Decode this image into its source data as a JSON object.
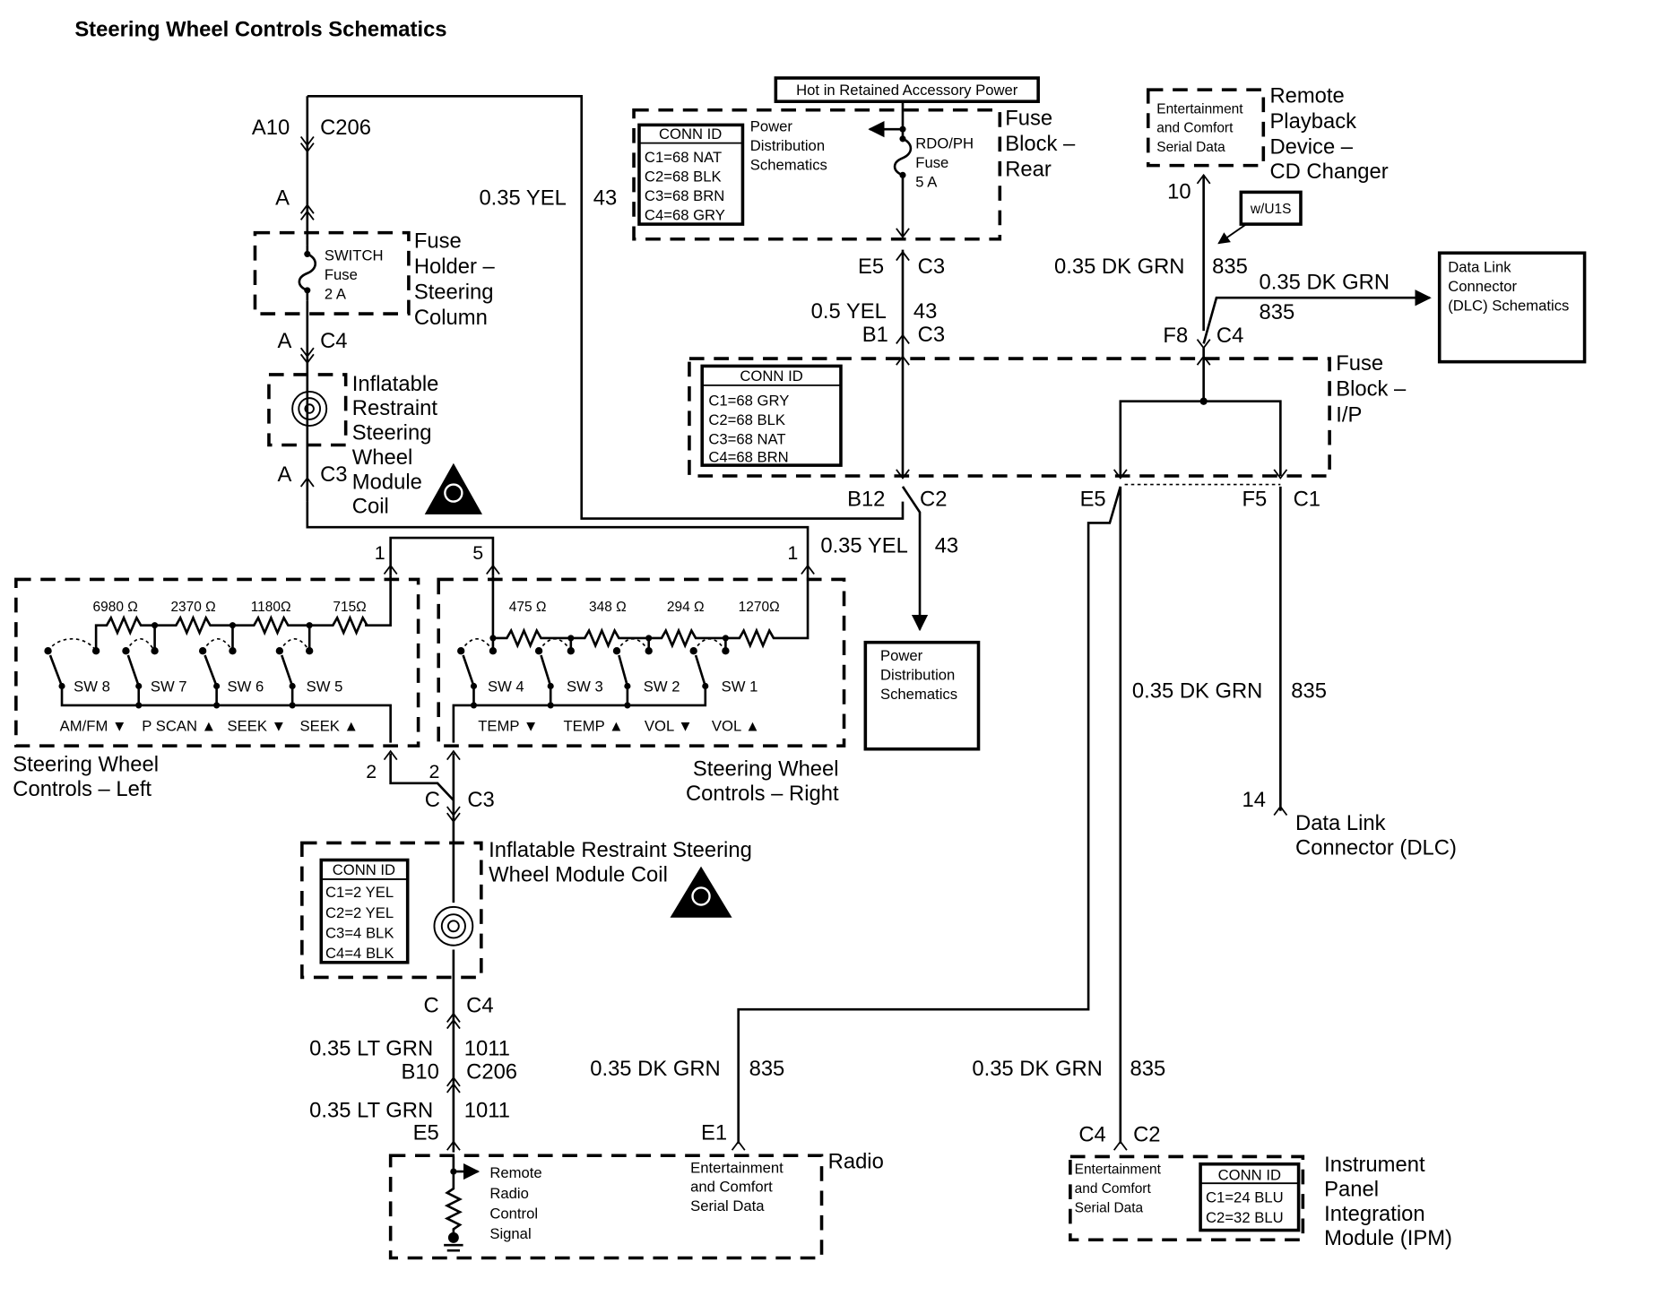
{
  "title": "Steering Wheel Controls Schematics",
  "components": {
    "fuse_block_rear": {
      "label": [
        "Fuse",
        "Block –",
        "Rear"
      ],
      "banner": "Hot in Retained Accessory Power",
      "conn_id": {
        "header": "CONN ID",
        "rows": [
          "C1=68 NAT",
          "C2=68 BLK",
          "C3=68 BRN",
          "C4=68 GRY"
        ]
      },
      "ref": [
        "Power",
        "Distribution",
        "Schematics"
      ],
      "fuse": [
        "RDO/PH",
        "Fuse",
        "5 A"
      ]
    },
    "fuse_holder_steering_column": {
      "label": [
        "Fuse",
        "Holder –",
        "Steering",
        "Column"
      ],
      "fuse": [
        "SWITCH",
        "Fuse",
        "2 A"
      ]
    },
    "ir_coil_upper": {
      "label": [
        "Inflatable",
        "Restraint",
        "Steering",
        "Wheel",
        "Module",
        "Coil"
      ]
    },
    "remote_playback": {
      "label": [
        "Remote",
        "Playback",
        "Device –",
        "CD Changer"
      ],
      "inner": [
        "Entertainment",
        "and Comfort",
        "Serial Data"
      ],
      "option": "w/U1S"
    },
    "dlc_schematics": {
      "label": [
        "Data Link",
        "Connector",
        "(DLC) Schematics"
      ]
    },
    "fuse_block_ip": {
      "label": [
        "Fuse",
        "Block –",
        "I/P"
      ],
      "conn_id": {
        "header": "CONN ID",
        "rows": [
          "C1=68 GRY",
          "C2=68 BLK",
          "C3=68 NAT",
          "C4=68 BRN"
        ]
      }
    },
    "power_distribution": {
      "label": [
        "Power",
        "Distribution",
        "Schematics"
      ]
    },
    "swc_left": {
      "label": [
        "Steering Wheel",
        "Controls – Left"
      ],
      "resistors": [
        "6980 Ω",
        "2370 Ω",
        "1180Ω",
        "715Ω"
      ],
      "switches": [
        "SW 8",
        "SW 7",
        "SW 6",
        "SW 5"
      ],
      "functions": [
        "AM/FM ▼",
        "P SCAN ▲",
        "SEEK ▼",
        "SEEK ▲"
      ]
    },
    "swc_right": {
      "label": [
        "Steering Wheel",
        "Controls – Right"
      ],
      "resistors": [
        "475 Ω",
        "348 Ω",
        "294 Ω",
        "1270Ω"
      ],
      "switches": [
        "SW 4",
        "SW 3",
        "SW 2",
        "SW 1"
      ],
      "functions": [
        "TEMP ▼",
        "TEMP ▲",
        "VOL ▼",
        "VOL ▲"
      ]
    },
    "ir_coil_lower": {
      "label": [
        "Inflatable Restraint Steering",
        "Wheel Module Coil"
      ],
      "conn_id": {
        "header": "CONN ID",
        "rows": [
          "C1=2 YEL",
          "C2=2 YEL",
          "C3=4 BLK",
          "C4=4 BLK"
        ]
      }
    },
    "dlc": {
      "label": [
        "Data Link",
        "Connector (DLC)"
      ],
      "pin": "14"
    },
    "radio": {
      "label": "Radio",
      "remote": [
        "Remote",
        "Radio",
        "Control",
        "Signal"
      ],
      "serial": [
        "Entertainment",
        "and Comfort",
        "Serial Data"
      ]
    },
    "ipm": {
      "label": [
        "Instrument",
        "Panel",
        "Integration",
        "Module (IPM)"
      ],
      "serial": [
        "Entertainment",
        "and Comfort",
        "Serial Data"
      ],
      "conn_id": {
        "header": "CONN ID",
        "rows": [
          "C1=24 BLU",
          "C2=32 BLU"
        ]
      }
    }
  },
  "connectors": {
    "a10": "A10",
    "c206_top": "C206",
    "a_1": "A",
    "a_2": "A",
    "c4_a": "C4",
    "a_3": "A",
    "c3_a": "C3",
    "e5_c3": "E5",
    "c3_top": "C3",
    "b1": "B1",
    "c3_b1": "C3",
    "b12": "B12",
    "c2": "C2",
    "f8": "F8",
    "c4_f8": "C4",
    "pin10": "10",
    "e5_c1": "E5",
    "f5": "F5",
    "c1": "C1",
    "pin1_left": "1",
    "pin5": "5",
    "pin1_right": "1",
    "pin2_left": "2",
    "pin2_right": "2",
    "c_c3": "C",
    "c3_coil": "C3",
    "c_c4": "C",
    "c4_coil": "C4",
    "b10": "B10",
    "c206_b": "C206",
    "e5_radio": "E5",
    "e1": "E1",
    "c4_ipm": "C4",
    "c2_ipm": "C2"
  },
  "wires": {
    "yel_43_top": {
      "gauge": "0.35 YEL",
      "circuit": "43"
    },
    "yel_43_mid": {
      "gauge": "0.5 YEL",
      "circuit": "43"
    },
    "yel_43_low": {
      "gauge": "0.35 YEL",
      "circuit": "43"
    },
    "dkgrn_cd": {
      "gauge": "0.35 DK GRN",
      "circuit": "835"
    },
    "dkgrn_dlc_ref": {
      "gauge": "0.35 DK GRN",
      "circuit": "835"
    },
    "dkgrn_dlc": {
      "gauge": "0.35 DK GRN",
      "circuit": "835"
    },
    "dkgrn_radio": {
      "gauge": "0.35 DK GRN",
      "circuit": "835"
    },
    "dkgrn_ipm": {
      "gauge": "0.35 DK GRN",
      "circuit": "835"
    },
    "ltgrn_1": {
      "gauge": "0.35 LT GRN",
      "circuit": "1011"
    },
    "ltgrn_2": {
      "gauge": "0.35 LT GRN",
      "circuit": "1011"
    }
  }
}
